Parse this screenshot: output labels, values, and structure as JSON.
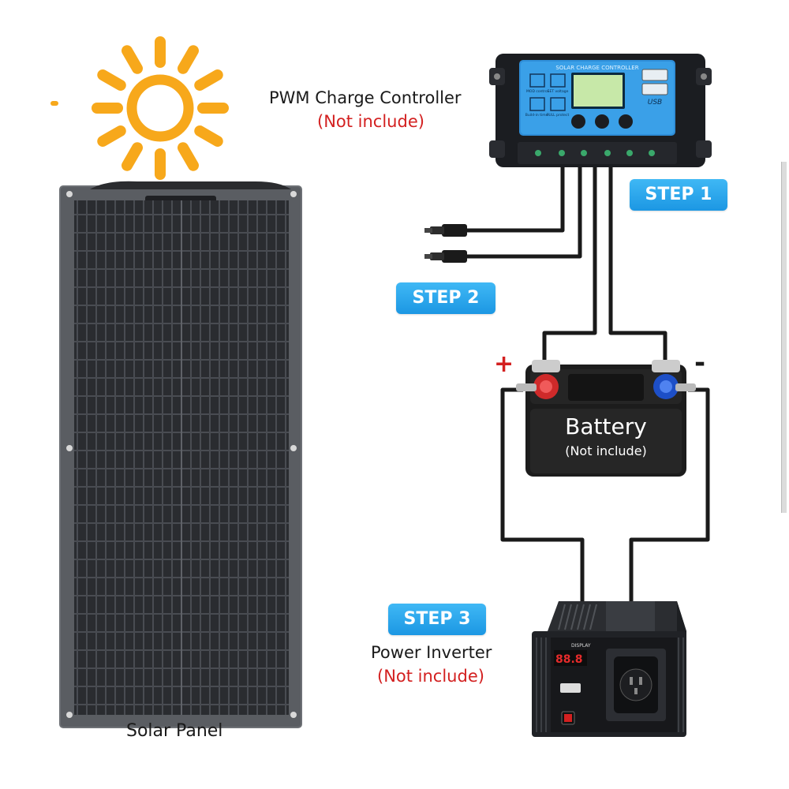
{
  "controller": {
    "title": "PWM Charge Controller",
    "note": "(Not include)",
    "panel_text": "SOLAR CHARGE CONTROLLER",
    "usb_text": "USB",
    "icon_labels": [
      "MOD control",
      "SET voltage",
      "Build-in timer",
      "FULL protect"
    ]
  },
  "steps": {
    "step1": "STEP 1",
    "step2": "STEP 2",
    "step3": "STEP 3"
  },
  "battery": {
    "title": "Battery",
    "note": "(Not include)",
    "plus": "+",
    "minus": "-"
  },
  "inverter": {
    "title": "Power Inverter",
    "note": "(Not include)",
    "display_label": "DISPLAY",
    "display_value": "88.8"
  },
  "panel": {
    "title": "Solar Panel"
  },
  "colors": {
    "step_blue": "#1c97e3",
    "note_red": "#d32020",
    "sun_orange": "#f7a81b",
    "wire": "#1a1a1a"
  }
}
